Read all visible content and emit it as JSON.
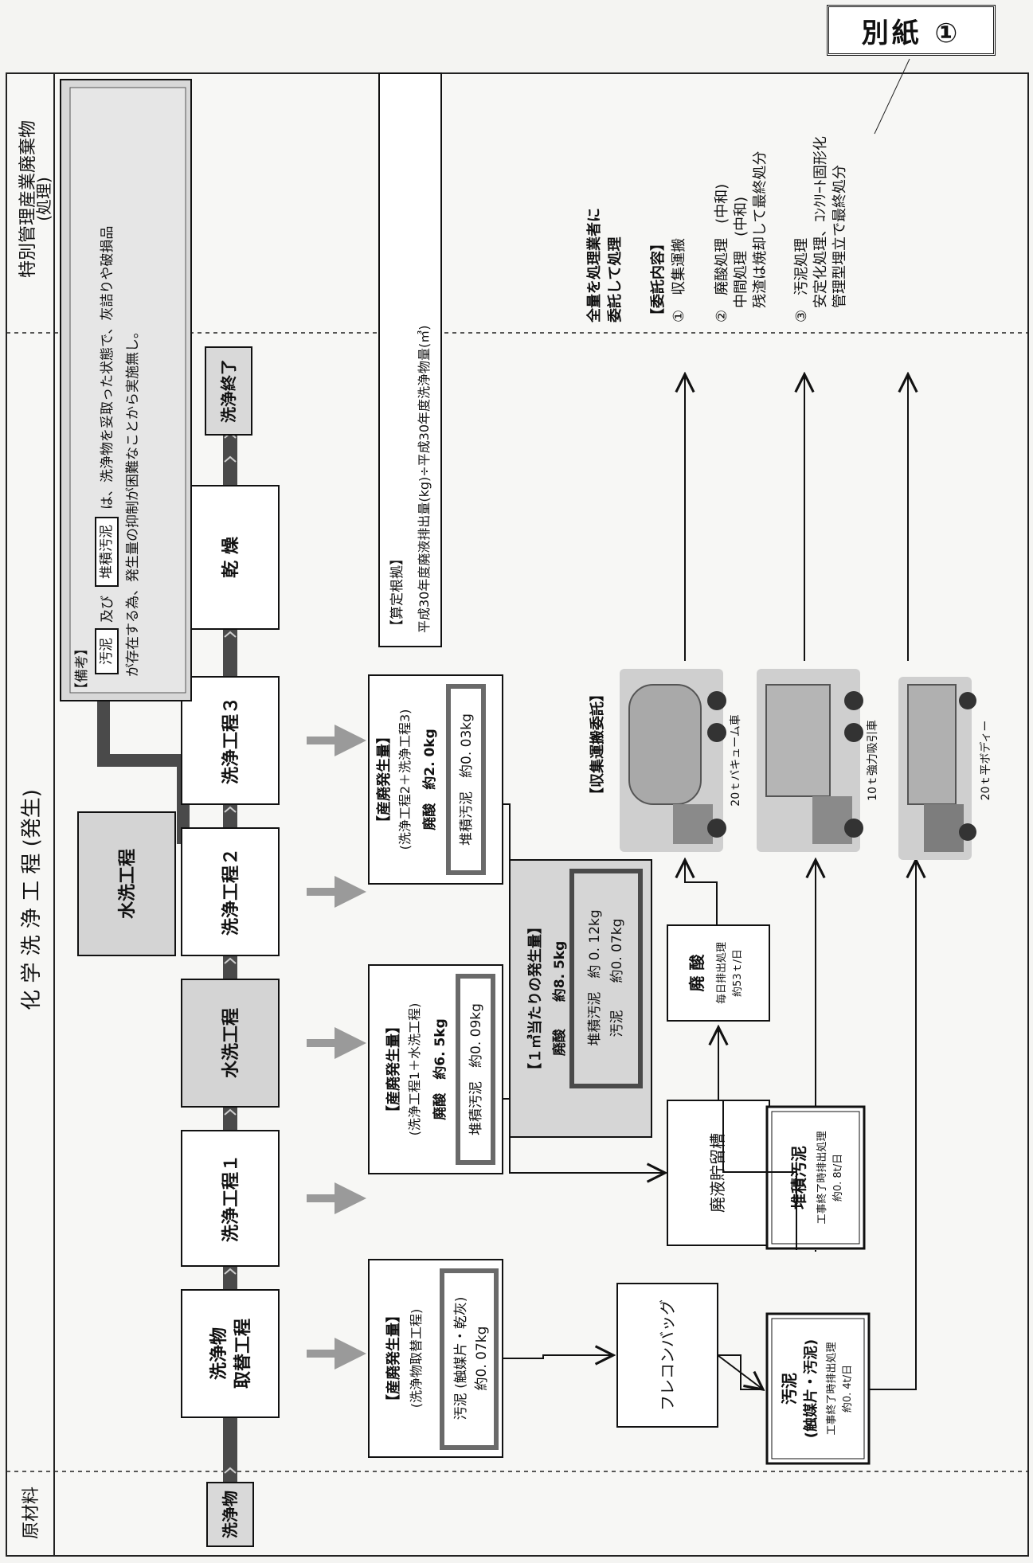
{
  "attachment_label": "別紙 ①",
  "header": {
    "raw_material": "原材料",
    "process_title": "化 学 洗 浄 工 程 (発生)",
    "disposal_title_1": "特別管理産業廃棄物",
    "disposal_title_2": "(処理)"
  },
  "steps": {
    "object": "洗浄物",
    "replace_1": "洗浄物",
    "replace_2": "取替工程",
    "clean1": "洗浄工程１",
    "water1": "水洗工程",
    "clean2": "洗浄工程２",
    "water2": "水洗工程",
    "clean3": "洗浄工程３",
    "dry": "乾 燥",
    "end": "洗浄終了"
  },
  "waste_box_a": {
    "title": "【産廃発生量】",
    "sub": "(洗浄物取替工程)",
    "line1": "汚泥 (触媒片・乾灰)",
    "line2": "約0. 07kg"
  },
  "waste_box_b": {
    "title": "【産廃発生量】",
    "sub": "(洗浄工程1＋水洗工程)",
    "acid": "廃酸　約6. 5kg",
    "sludge": "堆積汚泥　約0. 09kg"
  },
  "waste_box_c": {
    "title": "【産廃発生量】",
    "sub": "(洗浄工程2＋洗浄工程3)",
    "acid": "廃酸　約2. 0kg",
    "sludge": "堆積汚泥　約0. 03kg"
  },
  "per_m3": {
    "title": "【１㎥当たりの発生量】",
    "acid": "廃酸　　約8. 5kg",
    "sludge1": "堆積汚泥　約 0. 12kg",
    "sludge2": "汚泥　　約0. 07kg"
  },
  "flexible_bag": "フレコンバッグ",
  "waste_tank": "廃液貯留槽",
  "acid_box": {
    "title": "廃 酸",
    "sub1": "毎日排出処理",
    "sub2": "約53ｔ/日"
  },
  "sediment_box": {
    "title": "堆積汚泥",
    "sub1": "工事終了時排出処理",
    "sub2": "約0. 8t/日"
  },
  "sludge_box": {
    "title1": "汚泥",
    "title2": "(触媒片・汚泥)",
    "sub1": "工事終了時排出処理",
    "sub2": "約0. 4t/日"
  },
  "transport": {
    "title": "【収集運搬委託】",
    "truck1": "20ｔバキューム車",
    "truck2": "10ｔ強力吸引車",
    "truck3": "20ｔ平ボディー"
  },
  "note": {
    "title": "【備考】",
    "line1_a": "・",
    "tag1": "汚泥",
    "line1_b": "及び",
    "tag2": "堆積汚泥",
    "line1_c": "は、洗浄物を妥取った状態で、灰詰りや破損品",
    "line2": "が存在する為、発生量の抑制が困難なことから実施無し。"
  },
  "basis": {
    "title": "【算定根拠】",
    "formula": "平成30年度廃液排出量(kg)÷平成30年度洗浄物量(㎥)"
  },
  "disposal": {
    "l1": "全量を処理業者に",
    "l2": "委託して処理",
    "l3": "【委託内容】",
    "l4": "①　収集運搬",
    "l5": "②　廃酸処理　(中和)",
    "l6": "　中間処理　(中和)",
    "l7": "　残渣は焼却して最終処分",
    "l8": "③　汚泥処理",
    "l9": "　安定化処理、ｺﾝｸﾘｰﾄ固形化",
    "l10": "　管理型埋立で最終処分"
  }
}
